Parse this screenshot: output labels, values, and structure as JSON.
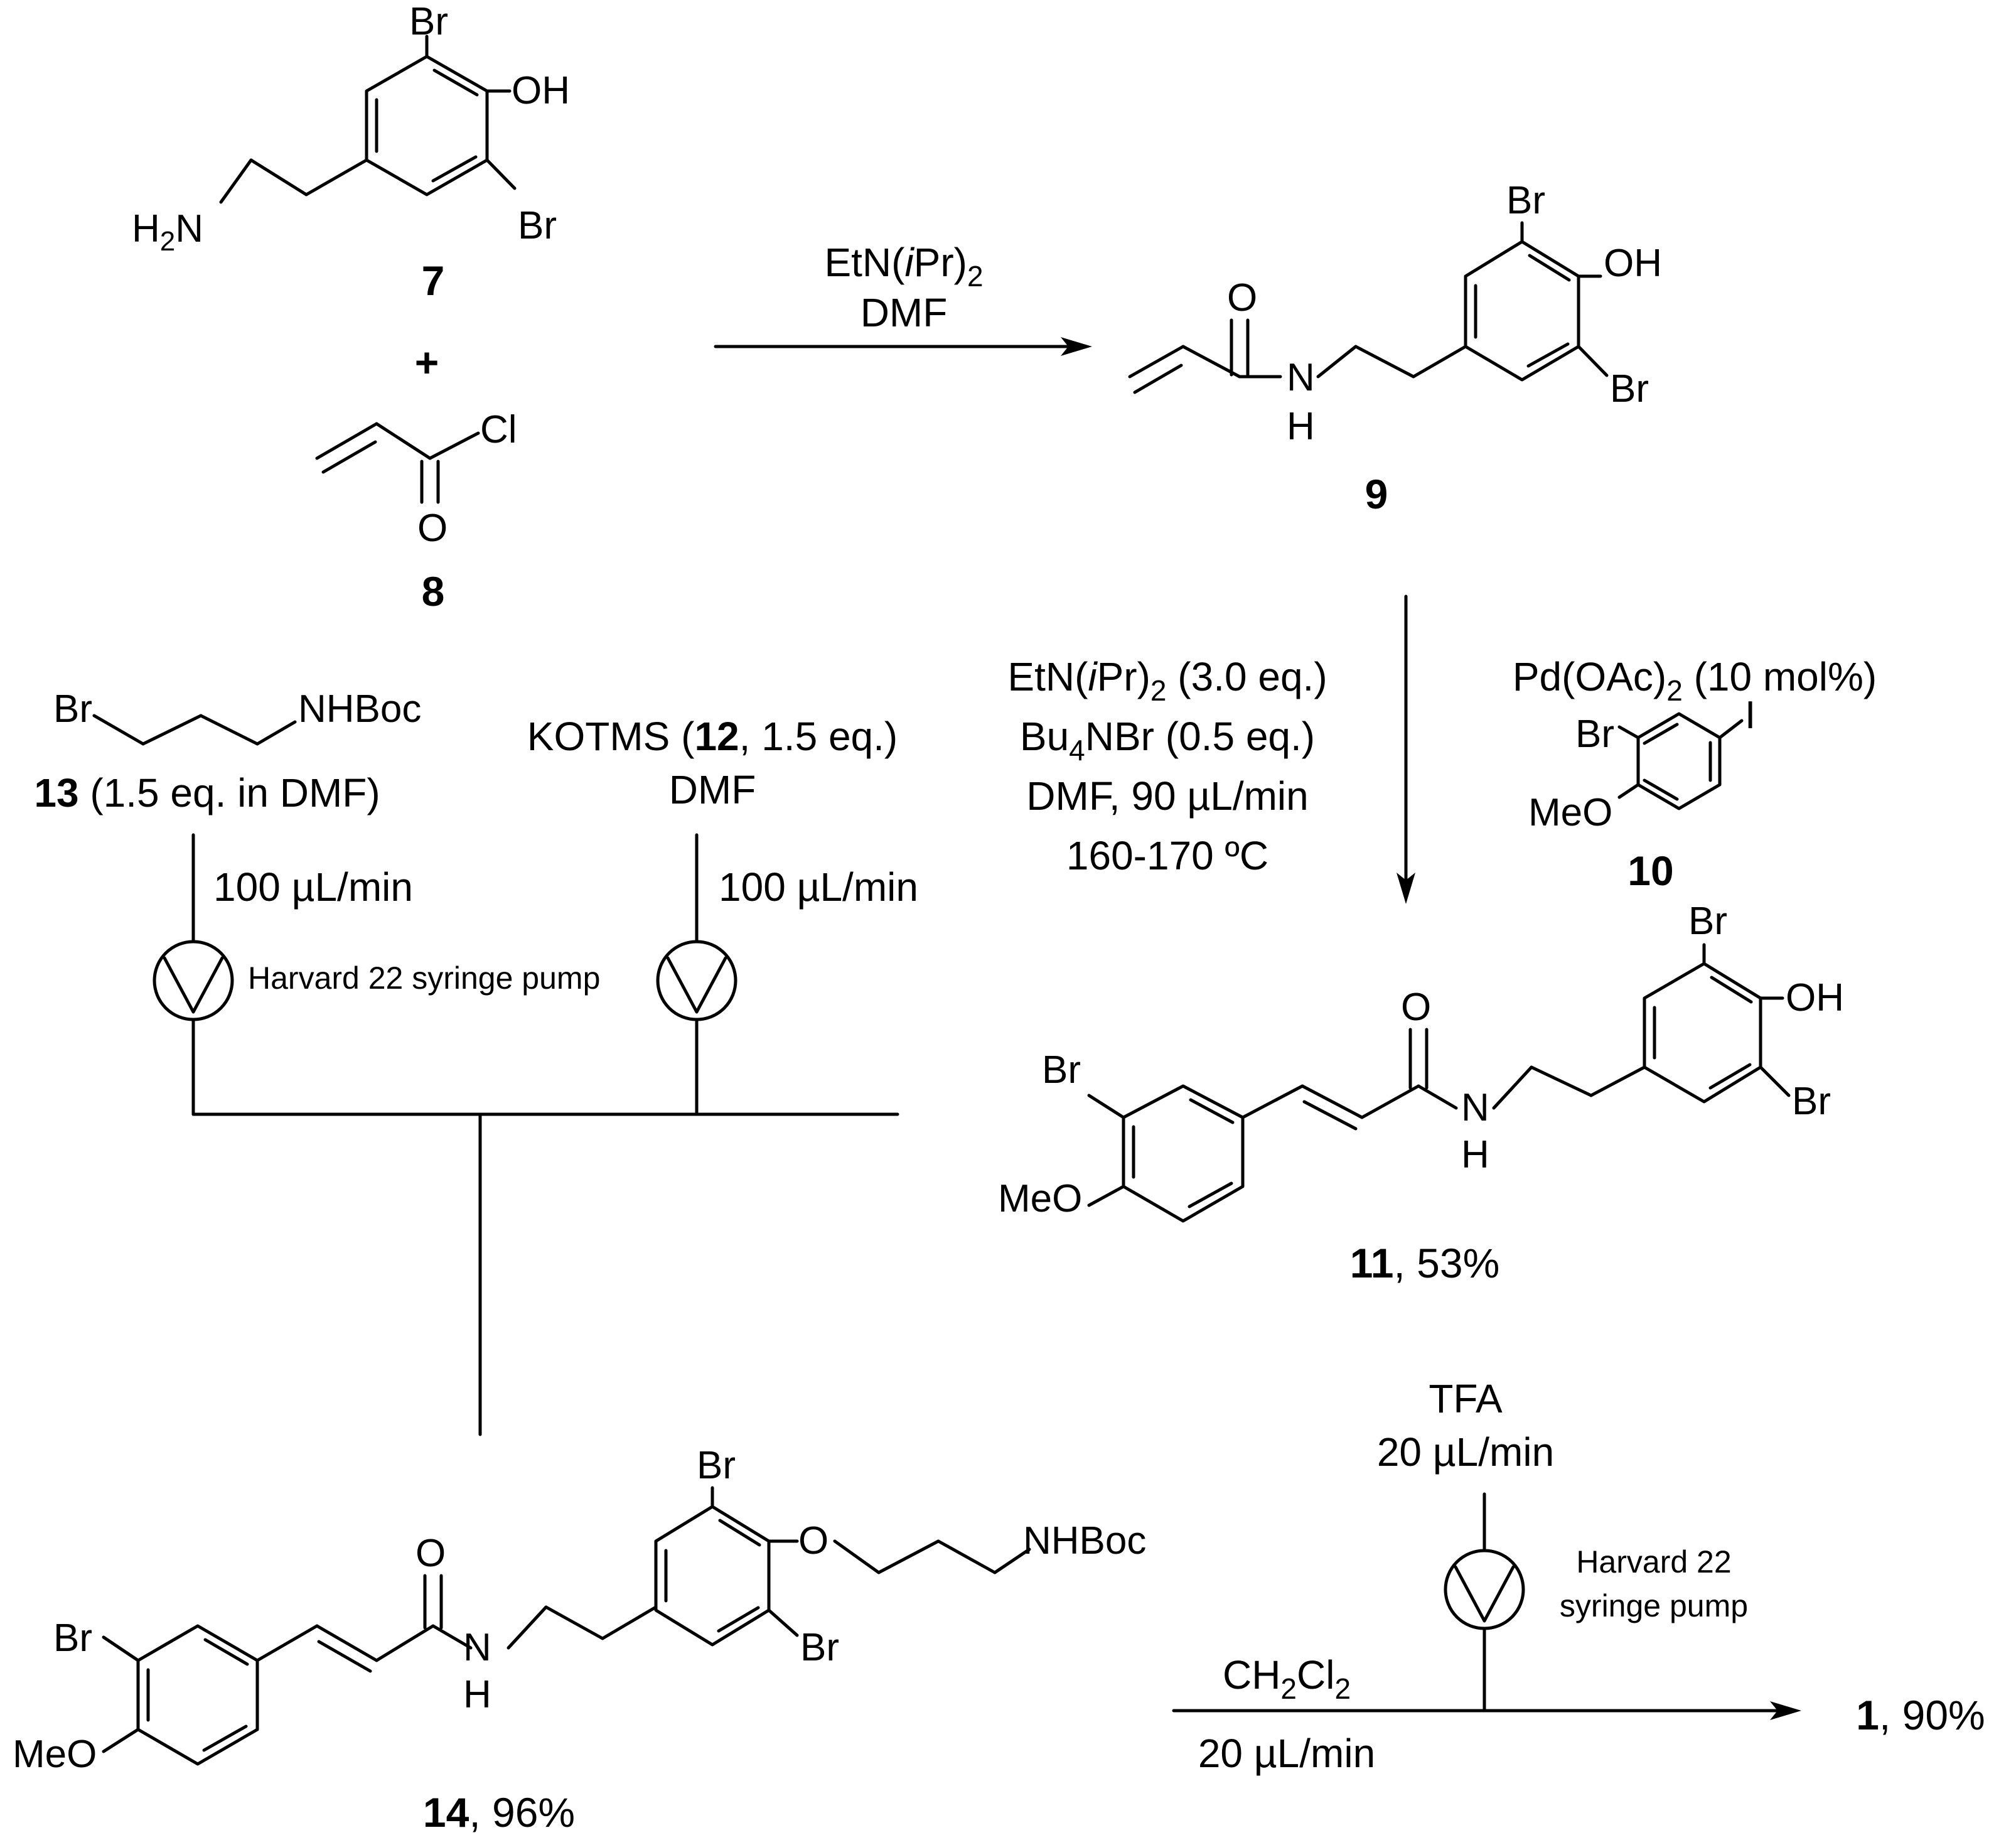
{
  "compounds": {
    "c7": {
      "num": "7"
    },
    "c8": {
      "num": "8"
    },
    "c9": {
      "num": "9"
    },
    "c10": {
      "num": "10"
    },
    "c11": {
      "num": "11",
      "yield": ", 53%"
    },
    "c13": {
      "num": "13",
      "note": " (1.5 eq. in DMF)"
    },
    "c14": {
      "num": "14",
      "yield": ", 96%"
    },
    "c1": {
      "num": "1",
      "yield": ", 90%"
    }
  },
  "plus": "+",
  "atoms": {
    "Br": "Br",
    "OH": "OH",
    "O": "O",
    "Cl": "Cl",
    "N": "N",
    "H": "H",
    "H2N_H": "H",
    "H2N_2": "2",
    "H2N_N": "N",
    "MeO": "MeO",
    "I": "I",
    "NHBoc": "NHBoc"
  },
  "step1": {
    "base": "EtN(",
    "italic": "i",
    "rest": "Pr)",
    "sub": "2",
    "solvent": "DMF"
  },
  "step2": {
    "line1": {
      "base": "EtN(",
      "italic": "i",
      "rest": "Pr)",
      "sub": "2",
      "tail": " (3.0 eq.)"
    },
    "line2": {
      "pre": "Bu",
      "sub": "4",
      "post": "NBr (0.5 eq.)"
    },
    "line3": "DMF, 90 µL/min",
    "line4": "160-170 ºC",
    "catalyst": {
      "pre": "Pd(OAc)",
      "sub": "2",
      "post": " (10 mol%)"
    }
  },
  "step3": {
    "reagent_pre": "KOTMS (",
    "reagent_num": "12",
    "reagent_post": ", 1.5 eq.)",
    "solvent": "DMF",
    "flow_left": "100 µL/min",
    "flow_right": "100 µL/min",
    "pump": "Harvard 22 syringe pump"
  },
  "step4": {
    "reagent": "TFA",
    "reagent_flow": "20 µL/min",
    "pump_line1": "Harvard 22",
    "pump_line2": "syringe pump",
    "solvent_pre": "CH",
    "solvent_s1": "2",
    "solvent_mid": "Cl",
    "solvent_s2": "2",
    "solvent_flow": "20 µL/min"
  }
}
